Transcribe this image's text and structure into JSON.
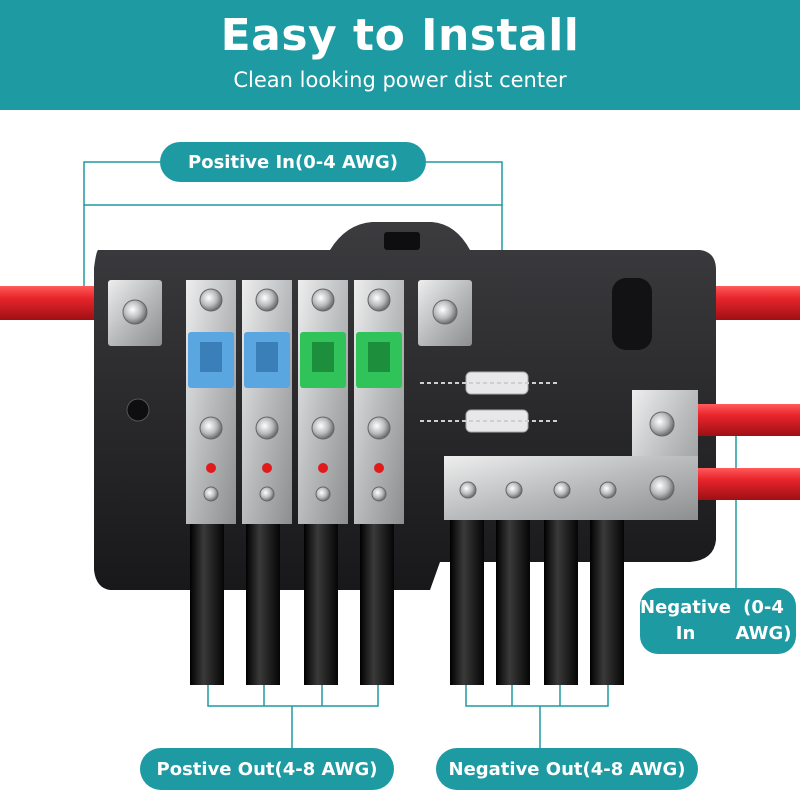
{
  "header": {
    "title": "Easy to Install",
    "subtitle": "Clean looking power dist center"
  },
  "labels": {
    "positive_in": "Positive In(0-4 AWG)",
    "negative_in_line1": "Negative In",
    "negative_in_line2": "(0-4 AWG)",
    "positive_out": "Postive Out(4-8 AWG)",
    "negative_out": "Negative Out(4-8 AWG)"
  },
  "colors": {
    "accent": "#1e9aa3",
    "red_wire": "#e8262c",
    "black_wire": "#141414",
    "housing": "#2b2b2d",
    "fuse_blue": "#5aa6e0",
    "fuse_green": "#2fc35a",
    "metal": "#c9cbcd"
  },
  "fuses": [
    {
      "color": "blue"
    },
    {
      "color": "blue"
    },
    {
      "color": "green"
    },
    {
      "color": "green"
    }
  ]
}
